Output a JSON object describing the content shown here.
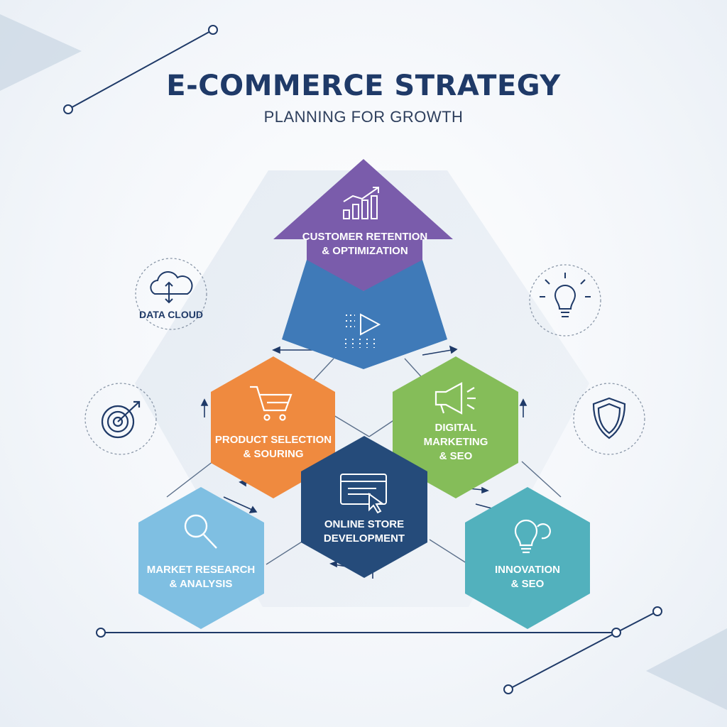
{
  "header": {
    "title": "E-COMMERCE STRATEGY",
    "subtitle": "PLANNING FOR GROWTH"
  },
  "nodes": {
    "retention": {
      "line1": "CUSTOMER RETENTION",
      "line2": "& OPTIMIZATION",
      "color": "#7a5cab",
      "icon": "growth-chart-icon"
    },
    "analytics": {
      "color": "#3f7ab8",
      "icon": "play-data-icon"
    },
    "product": {
      "line1": "PRODUCT SELECTION",
      "line2": "& SOURING",
      "color": "#ef8a3f",
      "icon": "shopping-cart-icon"
    },
    "marketing": {
      "line1": "DIGITAL",
      "line2": "MARKETING",
      "line3": "& SEO",
      "color": "#85bd59",
      "icon": "megaphone-icon"
    },
    "store": {
      "line1": "ONLINE STORE",
      "line2": "DEVELOPMENT",
      "color": "#254b7a",
      "icon": "browser-cursor-icon"
    },
    "research": {
      "line1": "MARKET RESEARCH",
      "line2": "& ANALYSIS",
      "color": "#7fbfe2",
      "icon": "magnifier-icon"
    },
    "innovation": {
      "line1": "INNOVATION",
      "line2": "& SEO",
      "color": "#52b1bd",
      "icon": "lightbulb-icon"
    }
  },
  "side_icons": {
    "data_cloud": {
      "label": "DATA CLOUD",
      "icon": "cloud-sync-icon"
    },
    "target": {
      "icon": "target-icon"
    },
    "idea": {
      "icon": "lightbulb-icon"
    },
    "security": {
      "icon": "shield-icon"
    }
  },
  "colors": {
    "title": "#1f3a68",
    "connector": "#5b6f8a",
    "backdrop": "#e9eef4"
  }
}
